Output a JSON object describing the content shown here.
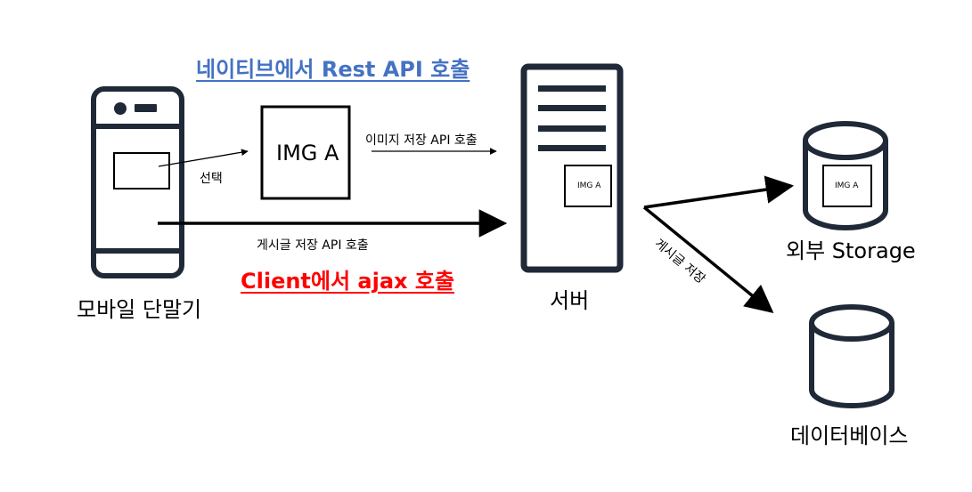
{
  "titles": {
    "native": "네이티브에서 Rest API 호출",
    "client": "Client에서 ajax 호출"
  },
  "arrows": {
    "select": "선택",
    "image_save_api": "이미지 저장 API 호출",
    "post_save_api": "게시글 저장 API 호출",
    "post_save": "게시글 저장"
  },
  "image_label": "IMG A",
  "nodes": {
    "mobile": "모바일 단말기",
    "server": "서버",
    "external_storage": "외부 Storage",
    "database": "데이터베이스"
  },
  "colors": {
    "native_title": "#4472c4",
    "client_title": "#ff0000",
    "icon_stroke": "#1f2937"
  }
}
